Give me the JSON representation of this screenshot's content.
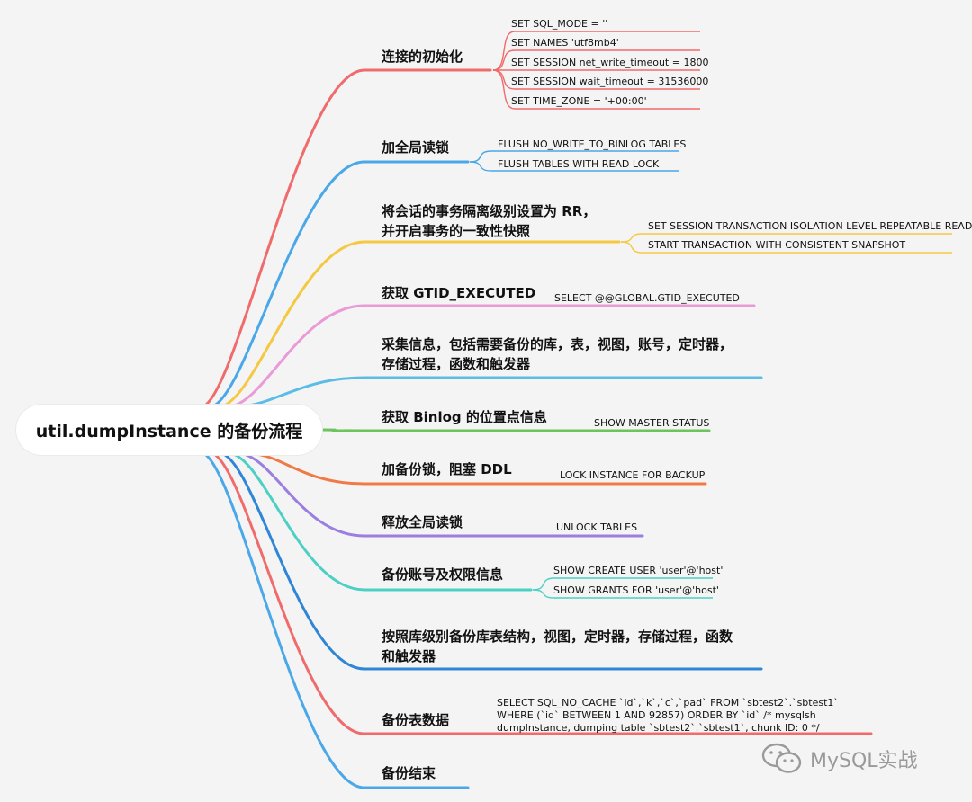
{
  "root": {
    "label": "util.dumpInstance 的备份流程"
  },
  "branches": [
    {
      "label": "连接的初始化",
      "color": "#f06b6b",
      "leaves": [
        "SET SQL_MODE = ''",
        "SET NAMES 'utf8mb4'",
        "SET SESSION net_write_timeout = 1800",
        "SET SESSION wait_timeout = 31536000",
        "SET TIME_ZONE = '+00:00'"
      ]
    },
    {
      "label": "加全局读锁",
      "color": "#4aa8e8",
      "leaves": [
        "FLUSH NO_WRITE_TO_BINLOG TABLES",
        "FLUSH TABLES WITH READ LOCK"
      ]
    },
    {
      "label_lines": [
        "将会话的事务隔离级别设置为 RR，",
        "并开启事务的一致性快照"
      ],
      "color": "#f5c842",
      "leaves": [
        "SET SESSION TRANSACTION ISOLATION LEVEL REPEATABLE READ",
        "START TRANSACTION WITH CONSISTENT SNAPSHOT"
      ]
    },
    {
      "label": "获取 GTID_EXECUTED",
      "color": "#ea9ad6",
      "leaves": [
        "SELECT @@GLOBAL.GTID_EXECUTED"
      ]
    },
    {
      "label_lines": [
        "采集信息，包括需要备份的库，表，视图，账号，定时器，",
        "存储过程，函数和触发器"
      ],
      "color": "#5bbde6",
      "leaves": []
    },
    {
      "label": "获取 Binlog 的位置点信息",
      "color": "#6cc45c",
      "leaves": [
        "SHOW MASTER STATUS"
      ]
    },
    {
      "label": "加备份锁，阻塞 DDL",
      "color": "#f07a45",
      "leaves": [
        "LOCK INSTANCE FOR BACKUP"
      ]
    },
    {
      "label": "释放全局读锁",
      "color": "#9a7ee0",
      "leaves": [
        "UNLOCK TABLES"
      ]
    },
    {
      "label": "备份账号及权限信息",
      "color": "#4dd0c4",
      "leaves": [
        "SHOW CREATE USER 'user'@'host'",
        "SHOW GRANTS FOR 'user'@'host'"
      ]
    },
    {
      "label_lines": [
        "按照库级别备份库表结构，视图，定时器，存储过程，函数",
        "和触发器"
      ],
      "color": "#2f86d6",
      "leaves": []
    },
    {
      "label": "备份表数据",
      "color": "#f06b6b",
      "leaves": [
        "SELECT SQL_NO_CACHE `id`,`k`,`c`,`pad` FROM `sbtest2`.`sbtest1` WHERE (`id` BETWEEN 1 AND 92857) ORDER BY `id` /* mysqlsh dumpInstance, dumping table `sbtest2`.`sbtest1`, chunk ID: 0 */"
      ]
    },
    {
      "label": "备份结束",
      "color": "#4aa8e8",
      "leaves": []
    }
  ],
  "watermark": {
    "text": "MySQL实战",
    "icon": "wechat-icon"
  }
}
